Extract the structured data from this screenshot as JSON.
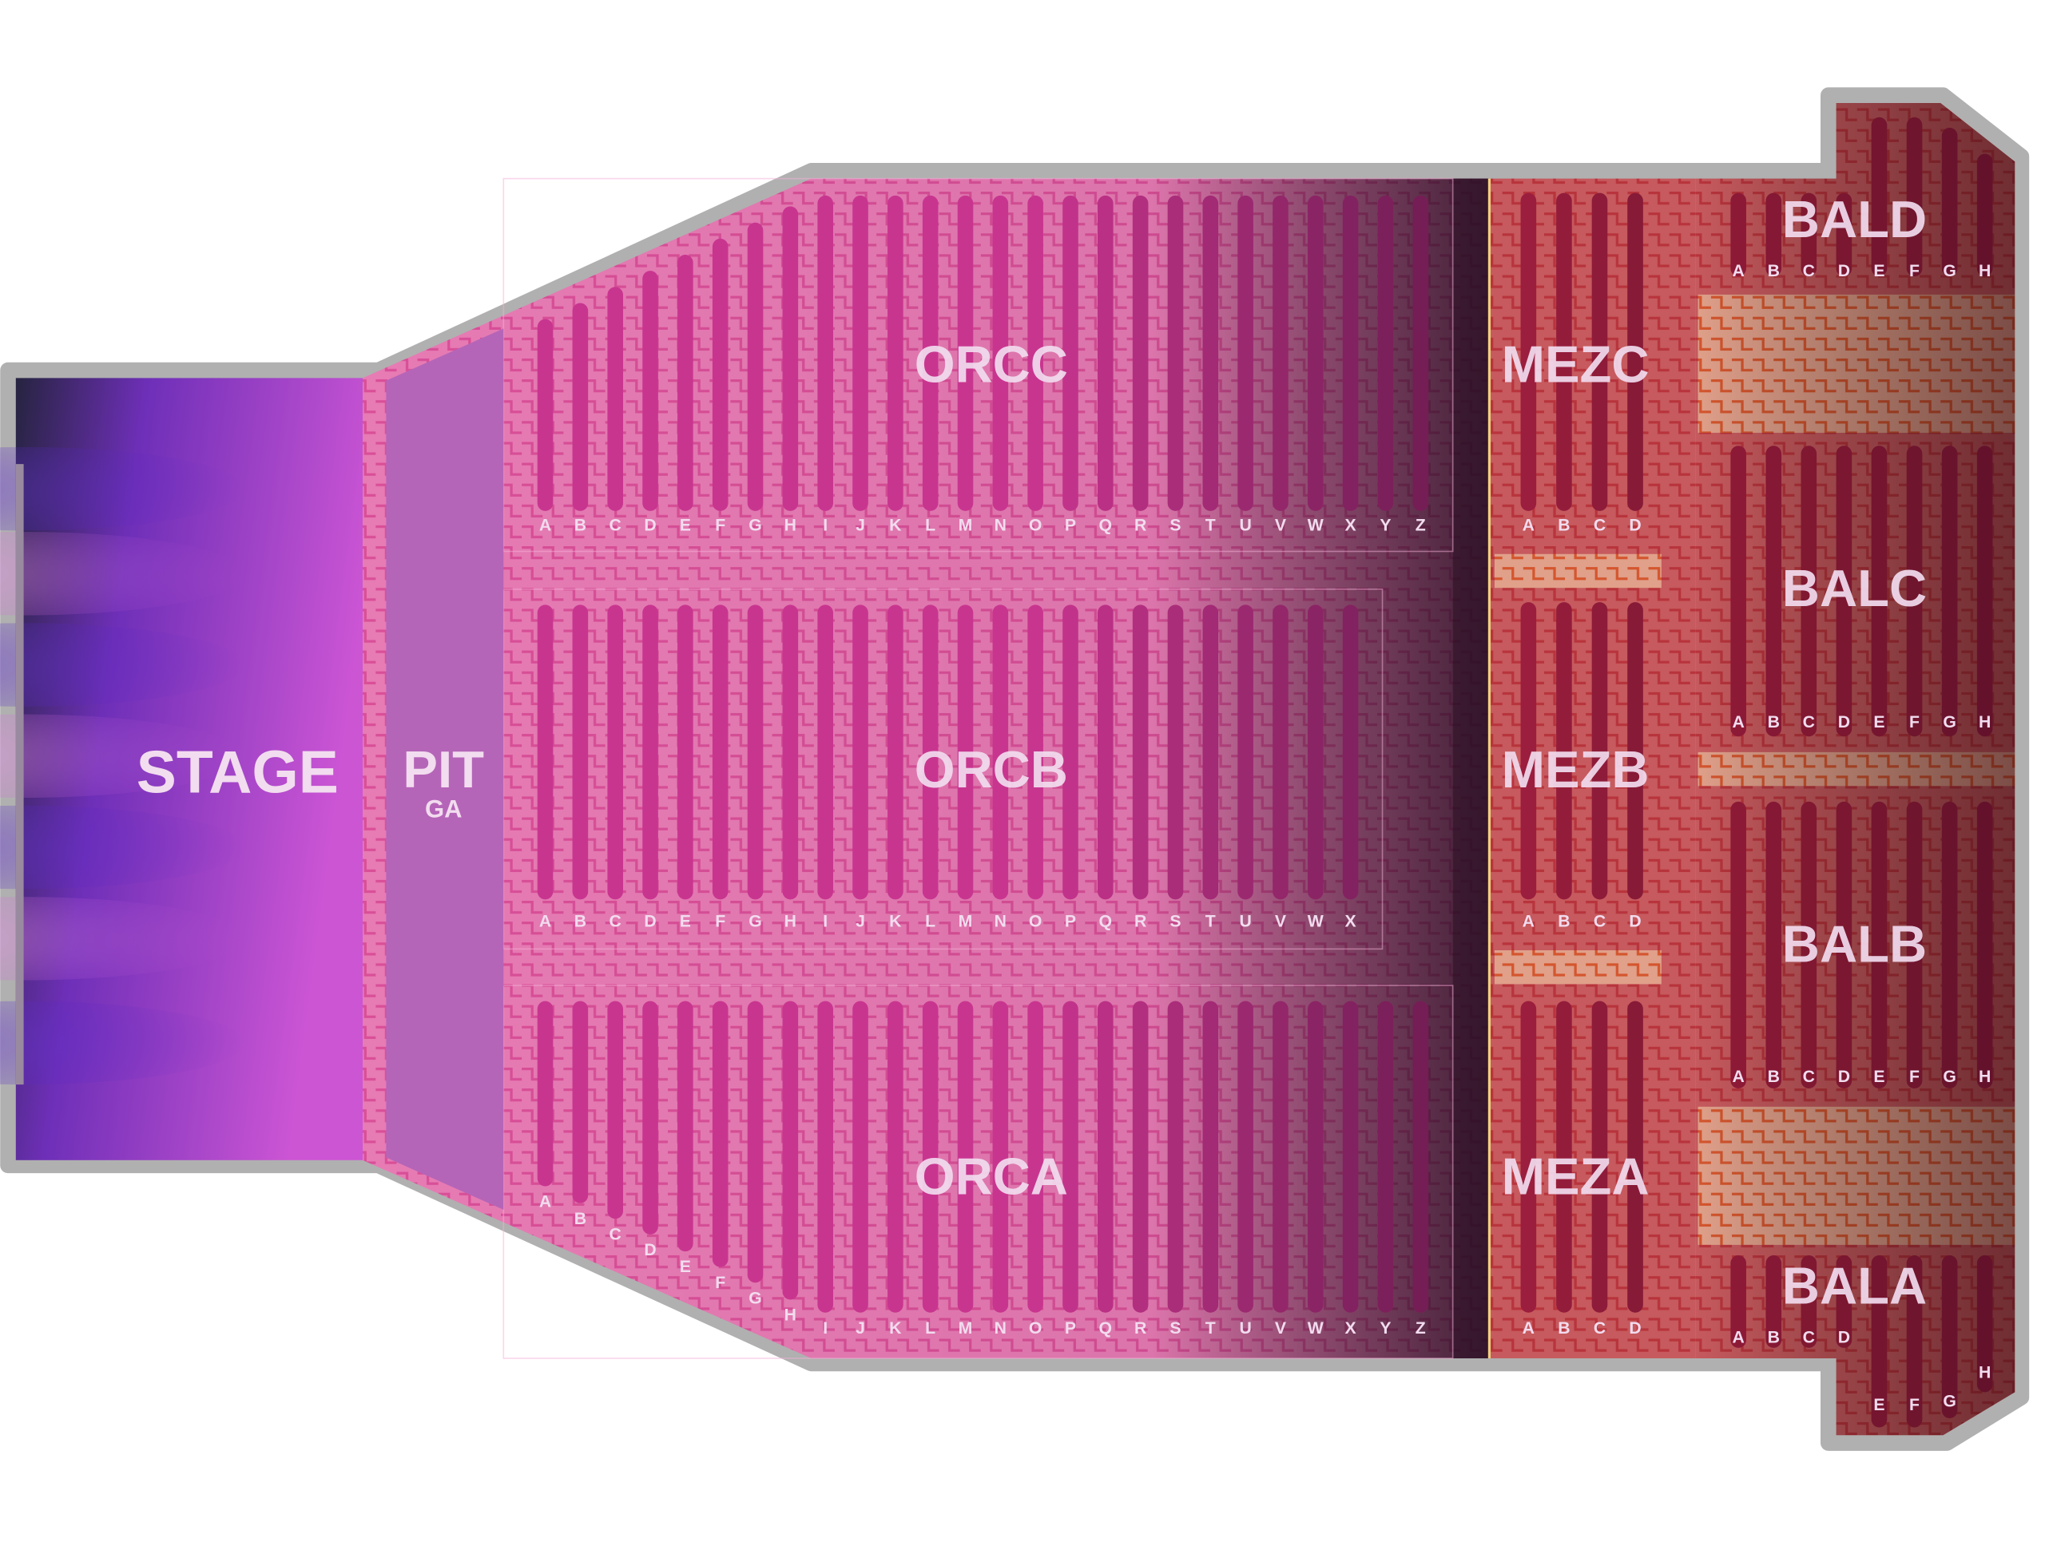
{
  "stage": {
    "label": "STAGE"
  },
  "pit": {
    "label": "PIT",
    "sublabel": "GA"
  },
  "colors": {
    "outline": "#b0b0b0",
    "orchestra_bar": "#c8358f",
    "mezzanine_bar": "#9b1e3e",
    "balcony_bar": "#8c1a36",
    "label": "#f2dcef"
  },
  "sections": [
    {
      "id": "ORCC",
      "label": "ORCC",
      "rows": [
        "A",
        "B",
        "C",
        "D",
        "E",
        "F",
        "G",
        "H",
        "I",
        "J",
        "K",
        "L",
        "M",
        "N",
        "O",
        "P",
        "Q",
        "R",
        "S",
        "T",
        "U",
        "V",
        "W",
        "X",
        "Y",
        "Z"
      ]
    },
    {
      "id": "ORCB",
      "label": "ORCB",
      "rows": [
        "A",
        "B",
        "C",
        "D",
        "E",
        "F",
        "G",
        "H",
        "I",
        "J",
        "K",
        "L",
        "M",
        "N",
        "O",
        "P",
        "Q",
        "R",
        "S",
        "T",
        "U",
        "V",
        "W",
        "X"
      ]
    },
    {
      "id": "ORCA",
      "label": "ORCA",
      "rows": [
        "A",
        "B",
        "C",
        "D",
        "E",
        "F",
        "G",
        "H",
        "I",
        "J",
        "K",
        "L",
        "M",
        "N",
        "O",
        "P",
        "Q",
        "R",
        "S",
        "T",
        "U",
        "V",
        "W",
        "X",
        "Y",
        "Z"
      ]
    },
    {
      "id": "MEZC",
      "label": "MEZC",
      "rows": [
        "A",
        "B",
        "C",
        "D"
      ]
    },
    {
      "id": "MEZB",
      "label": "MEZB",
      "rows": [
        "A",
        "B",
        "C",
        "D"
      ]
    },
    {
      "id": "MEZA",
      "label": "MEZA",
      "rows": [
        "A",
        "B",
        "C",
        "D"
      ]
    },
    {
      "id": "BALD",
      "label": "BALD",
      "rows": [
        "A",
        "B",
        "C",
        "D",
        "E",
        "F",
        "G",
        "H"
      ]
    },
    {
      "id": "BALC",
      "label": "BALC",
      "rows": [
        "A",
        "B",
        "C",
        "D",
        "E",
        "F",
        "G",
        "H"
      ]
    },
    {
      "id": "BALB",
      "label": "BALB",
      "rows": [
        "A",
        "B",
        "C",
        "D",
        "E",
        "F",
        "G",
        "H"
      ]
    },
    {
      "id": "BALA",
      "label": "BALA",
      "rows": [
        "A",
        "B",
        "C",
        "D",
        "E",
        "F",
        "G",
        "H"
      ]
    }
  ]
}
